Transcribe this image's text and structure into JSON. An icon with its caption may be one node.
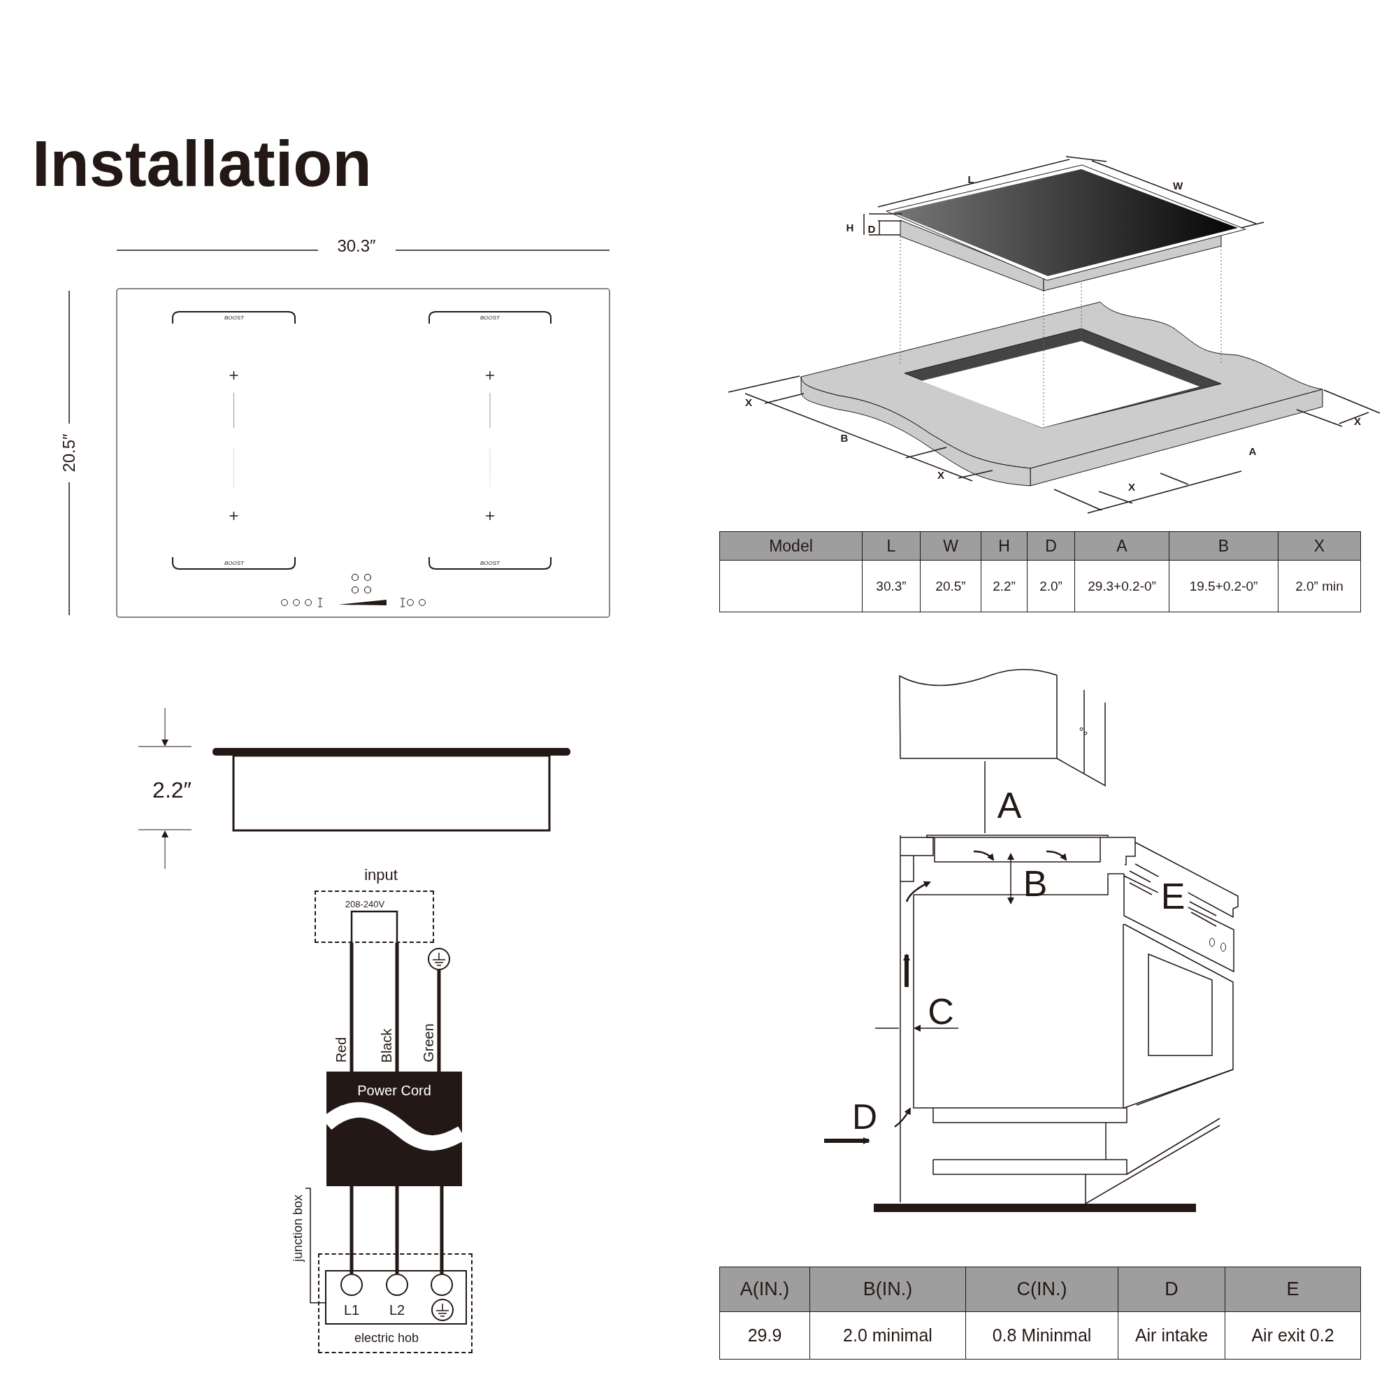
{
  "diagram": {
    "title": "Installation",
    "nodes": [
      {
        "text": [
          "input",
          "208-240V"
        ]
      },
      {
        "text": [],
        "shape": "circle"
      },
      {
        "text": [
          "Power Cord"
        ]
      },
      {
        "text": [
          "electric hob"
        ]
      },
      {
        "text": [],
        "shape": "box",
        "in": 3
      },
      {
        "text": [
          "L1"
        ],
        "in": 4
      },
      {
        "text": [
          "L2"
        ],
        "in": 4
      },
      {
        "text": [],
        "shape": "circle",
        "in": 4
      },
      {
        "text": [
          "junction box"
        ]
      }
    ],
    "edges": [
      {
        "from": 0,
        "to": 2,
        "arrow": "none",
        "label": "Red"
      },
      {
        "from": 0,
        "to": 2,
        "arrow": "none",
        "label": "Black"
      },
      {
        "from": 1,
        "to": 2,
        "arrow": "none",
        "label": "Green"
      },
      {
        "from": 2,
        "to": 5,
        "arrow": "none"
      },
      {
        "from": 2,
        "to": 6,
        "arrow": "none"
      },
      {
        "from": 2,
        "to": 7,
        "arrow": "none"
      },
      {
        "from": 8,
        "to": 4,
        "arrow": "none"
      }
    ],
    "labels": [
      "30.3″",
      "20.5″",
      "BOOST",
      "BOOST",
      "BOOST",
      "BOOST",
      "2.2″",
      "L",
      "W",
      "H",
      "D",
      "X",
      "X",
      "B",
      "A",
      "X",
      "X",
      "Model",
      "L",
      "W",
      "H",
      "D",
      "A",
      "B",
      "X",
      "30.3”",
      "20.5”",
      "2.2”",
      "2.0”",
      "29.3+0.2-0”",
      "19.5+0.2-0”",
      "2.0” min",
      "A",
      "B",
      "E",
      "C",
      "D",
      "A(IN.)",
      "B(IN.)",
      "C(IN.)",
      "D",
      "E",
      "29.9",
      "2.0 minimal",
      "0.8 Mininmal",
      "Air intake",
      "Air exit 0.2"
    ]
  }
}
